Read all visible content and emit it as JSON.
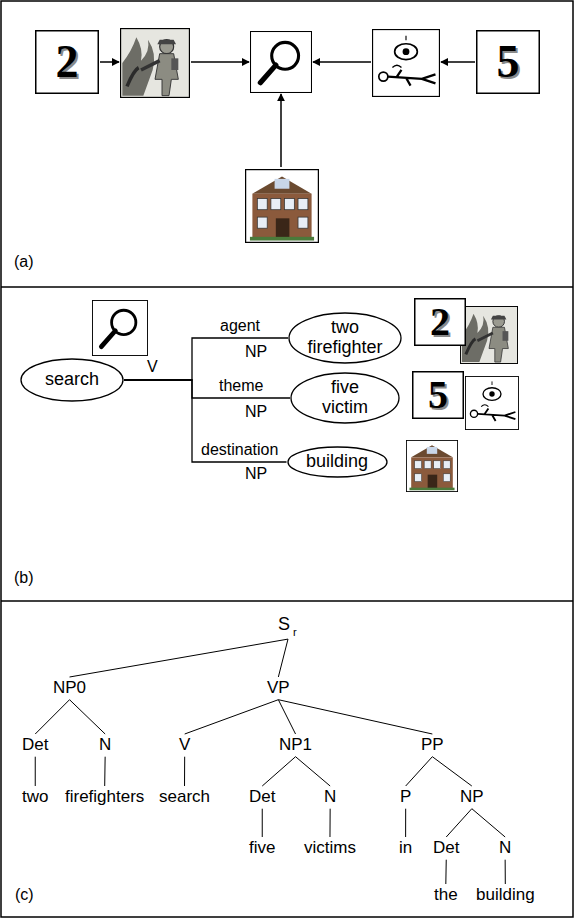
{
  "diagram": {
    "nodes": [
      {
        "text": [
          "2"
        ]
      },
      {
        "text": [
          "5"
        ]
      },
      {
        "text": [
          "search"
        ]
      },
      {
        "text": [
          "two firefighter"
        ]
      },
      {
        "text": [
          "2"
        ]
      },
      {
        "text": [
          "five victim"
        ]
      },
      {
        "text": [
          "5"
        ]
      },
      {
        "text": [
          "building"
        ]
      }
    ],
    "edges": [
      {
        "from": 2,
        "to": 3,
        "label": "agent",
        "arrow": "none"
      },
      {
        "from": 2,
        "to": 5,
        "label": "theme",
        "arrow": "none"
      },
      {
        "from": 2,
        "to": 7,
        "label": "destination",
        "arrow": "none"
      }
    ],
    "labels": [
      "(a)",
      "(b)",
      "V",
      "NP",
      "NP",
      "NP",
      "S",
      "r",
      "NP0",
      "VP",
      "Det",
      "N",
      "V",
      "NP1",
      "PP",
      "two",
      "firefighters",
      "search",
      "Det",
      "N",
      "P",
      "NP",
      "five",
      "victims",
      "in",
      "Det",
      "N",
      "the",
      "building",
      "(c)"
    ]
  }
}
